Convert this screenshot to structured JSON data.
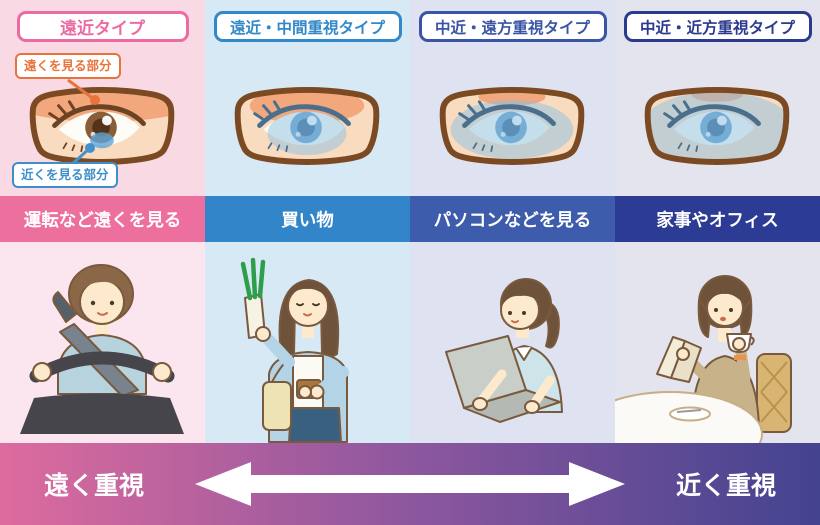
{
  "columns": [
    {
      "type_label": "遠近タイプ",
      "use_case": "運転など遠くを見る",
      "illustration": "woman-driving",
      "accent_color": "#ec6ba3",
      "bar_color": "#ed6f9e",
      "bg_top_color": "#f8d9e4",
      "bg_person_color": "#fbe5ee"
    },
    {
      "type_label": "遠近・中間重視タイプ",
      "use_case": "買い物",
      "illustration": "woman-shopping",
      "accent_color": "#3189c9",
      "bar_color": "#3285c8",
      "bg_top_color": "#d7e9f5",
      "bg_person_color": "#d7e9f5"
    },
    {
      "type_label": "中近・遠方重視タイプ",
      "use_case": "パソコンなどを見る",
      "illustration": "woman-at-laptop",
      "accent_color": "#3a55a5",
      "bar_color": "#3d5cab",
      "bg_top_color": "#dfe2f0",
      "bg_person_color": "#dfe2f0"
    },
    {
      "type_label": "中近・近方重視タイプ",
      "use_case": "家事やオフィス",
      "illustration": "woman-reading",
      "accent_color": "#2c3a8e",
      "bar_color": "#2c3b93",
      "bg_top_color": "#e3e4ee",
      "bg_person_color": "#e3e4ee"
    }
  ],
  "callouts": {
    "far_label": "遠くを見る部分",
    "far_color": "#e8743c",
    "near_label": "近くを見る部分",
    "near_color": "#3e8fc9"
  },
  "bottom_axis": {
    "left_label": "遠く重視",
    "right_label": "近く重視",
    "gradient": [
      "#dd6b9e",
      "#8d579e",
      "#434390"
    ]
  },
  "palette": {
    "lens_frame": "#7b4a22",
    "lens_fill": "#f9dcc0",
    "distance_zone": "#f2a77d",
    "near_zone": "#8cc0e2"
  }
}
